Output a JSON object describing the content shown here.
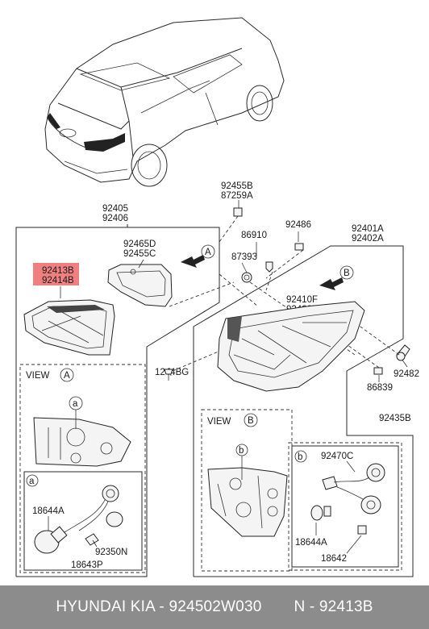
{
  "labels": {
    "p92455B": "92455B",
    "p87259A": "87259A",
    "p92405": "92405",
    "p92406": "92406",
    "p92486": "92486",
    "p92401A": "92401A",
    "p92402A": "92402A",
    "p86910": "86910",
    "p92465D": "92465D",
    "p92455C": "92455C",
    "p87393": "87393",
    "p92413B": "92413B",
    "p92414B": "92414B",
    "p92410F": "92410F",
    "p92420F": "92420F",
    "p92482": "92482",
    "p86839": "86839",
    "p1244BG": "1244BG",
    "p92435B": "92435B",
    "p92470C": "92470C",
    "p18644A_left": "18644A",
    "p92350N": "92350N",
    "p18643P": "18643P",
    "p18644A_right": "18644A",
    "p18642": "18642"
  },
  "views": {
    "view_a": {
      "title": "VIEW",
      "letter": "A"
    },
    "view_b": {
      "title": "VIEW",
      "letter": "B"
    },
    "callout_a": "a",
    "callout_b": "b"
  },
  "arrows": {
    "a": "A",
    "b": "B"
  },
  "highlight_color": "#f08080",
  "footer": {
    "left": "HYUNDAI KIA - 924502W030",
    "right": "N - 92413B"
  }
}
